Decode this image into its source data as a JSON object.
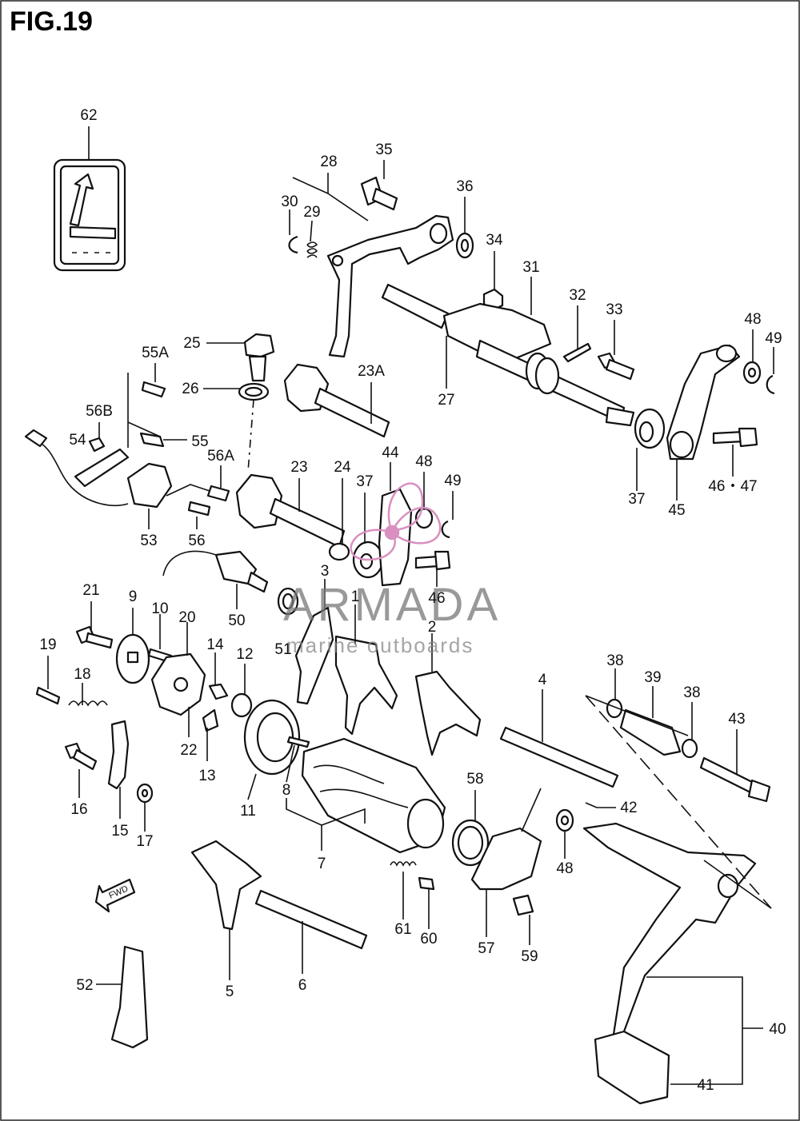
{
  "figure": {
    "title": "FIG.19"
  },
  "watermark": {
    "brand": "ARMADA",
    "tagline": "marine outboards",
    "logo_color": "#d98fc0"
  },
  "direction_badge": {
    "text": "FWD"
  },
  "parts": [
    {
      "id": "62",
      "label": "62"
    },
    {
      "id": "28",
      "label": "28"
    },
    {
      "id": "35",
      "label": "35"
    },
    {
      "id": "36",
      "label": "36"
    },
    {
      "id": "30",
      "label": "30"
    },
    {
      "id": "29",
      "label": "29"
    },
    {
      "id": "34",
      "label": "34"
    },
    {
      "id": "31",
      "label": "31"
    },
    {
      "id": "32",
      "label": "32"
    },
    {
      "id": "33",
      "label": "33"
    },
    {
      "id": "48a",
      "label": "48"
    },
    {
      "id": "49a",
      "label": "49"
    },
    {
      "id": "25",
      "label": "25"
    },
    {
      "id": "55A",
      "label": "55A"
    },
    {
      "id": "26",
      "label": "26"
    },
    {
      "id": "23A",
      "label": "23A"
    },
    {
      "id": "27",
      "label": "27"
    },
    {
      "id": "56B",
      "label": "56B"
    },
    {
      "id": "54",
      "label": "54"
    },
    {
      "id": "55",
      "label": "55"
    },
    {
      "id": "56A",
      "label": "56A"
    },
    {
      "id": "23",
      "label": "23"
    },
    {
      "id": "24",
      "label": "24"
    },
    {
      "id": "44",
      "label": "44"
    },
    {
      "id": "48b",
      "label": "48"
    },
    {
      "id": "37a",
      "label": "37"
    },
    {
      "id": "49b",
      "label": "49"
    },
    {
      "id": "37b",
      "label": "37"
    },
    {
      "id": "45",
      "label": "45"
    },
    {
      "id": "46-47",
      "label": "46・47"
    },
    {
      "id": "53",
      "label": "53"
    },
    {
      "id": "56",
      "label": "56"
    },
    {
      "id": "3",
      "label": "3"
    },
    {
      "id": "46",
      "label": "46"
    },
    {
      "id": "21",
      "label": "21"
    },
    {
      "id": "9",
      "label": "9"
    },
    {
      "id": "10",
      "label": "10"
    },
    {
      "id": "20",
      "label": "20"
    },
    {
      "id": "50",
      "label": "50"
    },
    {
      "id": "1",
      "label": "1"
    },
    {
      "id": "51",
      "label": "51"
    },
    {
      "id": "2",
      "label": "2"
    },
    {
      "id": "19",
      "label": "19"
    },
    {
      "id": "14",
      "label": "14"
    },
    {
      "id": "12",
      "label": "12"
    },
    {
      "id": "18",
      "label": "18"
    },
    {
      "id": "38a",
      "label": "38"
    },
    {
      "id": "39",
      "label": "39"
    },
    {
      "id": "38b",
      "label": "38"
    },
    {
      "id": "4",
      "label": "4"
    },
    {
      "id": "43",
      "label": "43"
    },
    {
      "id": "22",
      "label": "22"
    },
    {
      "id": "13",
      "label": "13"
    },
    {
      "id": "8",
      "label": "8"
    },
    {
      "id": "16",
      "label": "16"
    },
    {
      "id": "11",
      "label": "11"
    },
    {
      "id": "58",
      "label": "58"
    },
    {
      "id": "42",
      "label": "42"
    },
    {
      "id": "15",
      "label": "15"
    },
    {
      "id": "17",
      "label": "17"
    },
    {
      "id": "7",
      "label": "7"
    },
    {
      "id": "48c",
      "label": "48"
    },
    {
      "id": "61",
      "label": "61"
    },
    {
      "id": "60",
      "label": "60"
    },
    {
      "id": "57",
      "label": "57"
    },
    {
      "id": "59",
      "label": "59"
    },
    {
      "id": "52",
      "label": "52"
    },
    {
      "id": "5",
      "label": "5"
    },
    {
      "id": "6",
      "label": "6"
    },
    {
      "id": "40",
      "label": "40"
    },
    {
      "id": "41",
      "label": "41"
    }
  ]
}
